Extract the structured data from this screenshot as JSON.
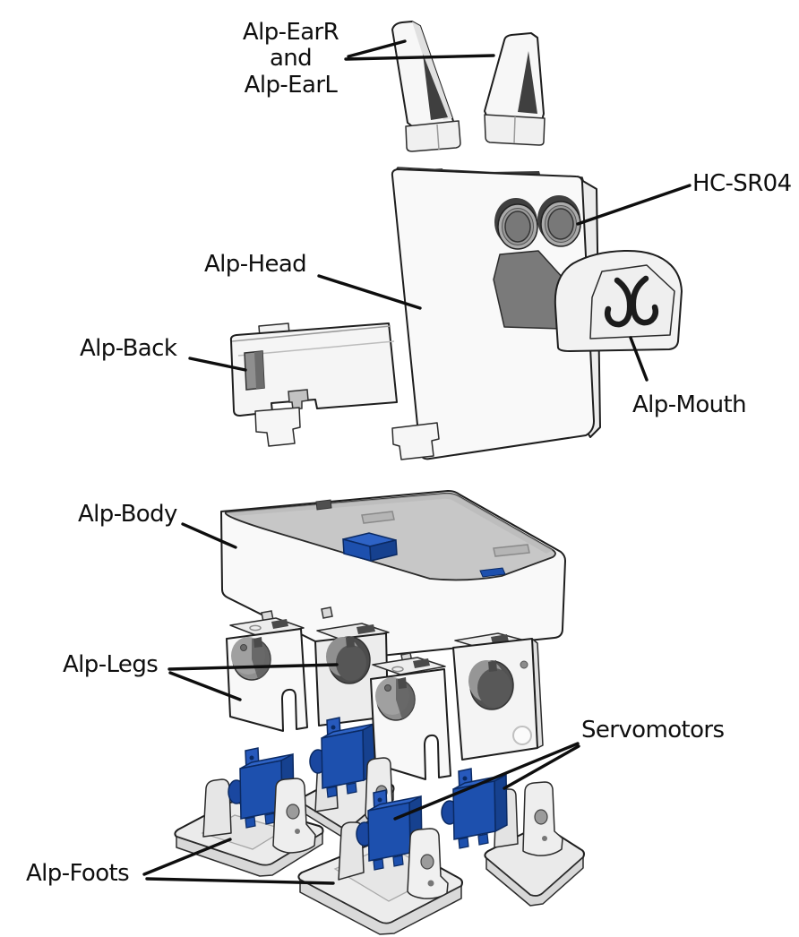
{
  "diagram": {
    "labels": {
      "ears": "Alp-EarR\nand\nAlp-EarL",
      "sensor": "HC-SR04",
      "head": "Alp-Head",
      "back": "Alp-Back",
      "mouth": "Alp-Mouth",
      "body": "Alp-Body",
      "legs": "Alp-Legs",
      "servomotors": "Servomotors",
      "feet": "Alp-Foots"
    },
    "colors": {
      "background": "#ffffff",
      "outline": "#1e1e1e",
      "plastic_white": "#f8f8f8",
      "plastic_shade": "#e9e9e9",
      "interior_gray": "#c7c7c7",
      "dark_gray": "#3f3f3f",
      "nose_gray": "#7a7a7a",
      "servo_blue": "#1d50ae",
      "servo_blue_light": "#2e63c6",
      "servo_blue_dark": "#16418f",
      "leader_black": "#0e0e0e"
    }
  }
}
